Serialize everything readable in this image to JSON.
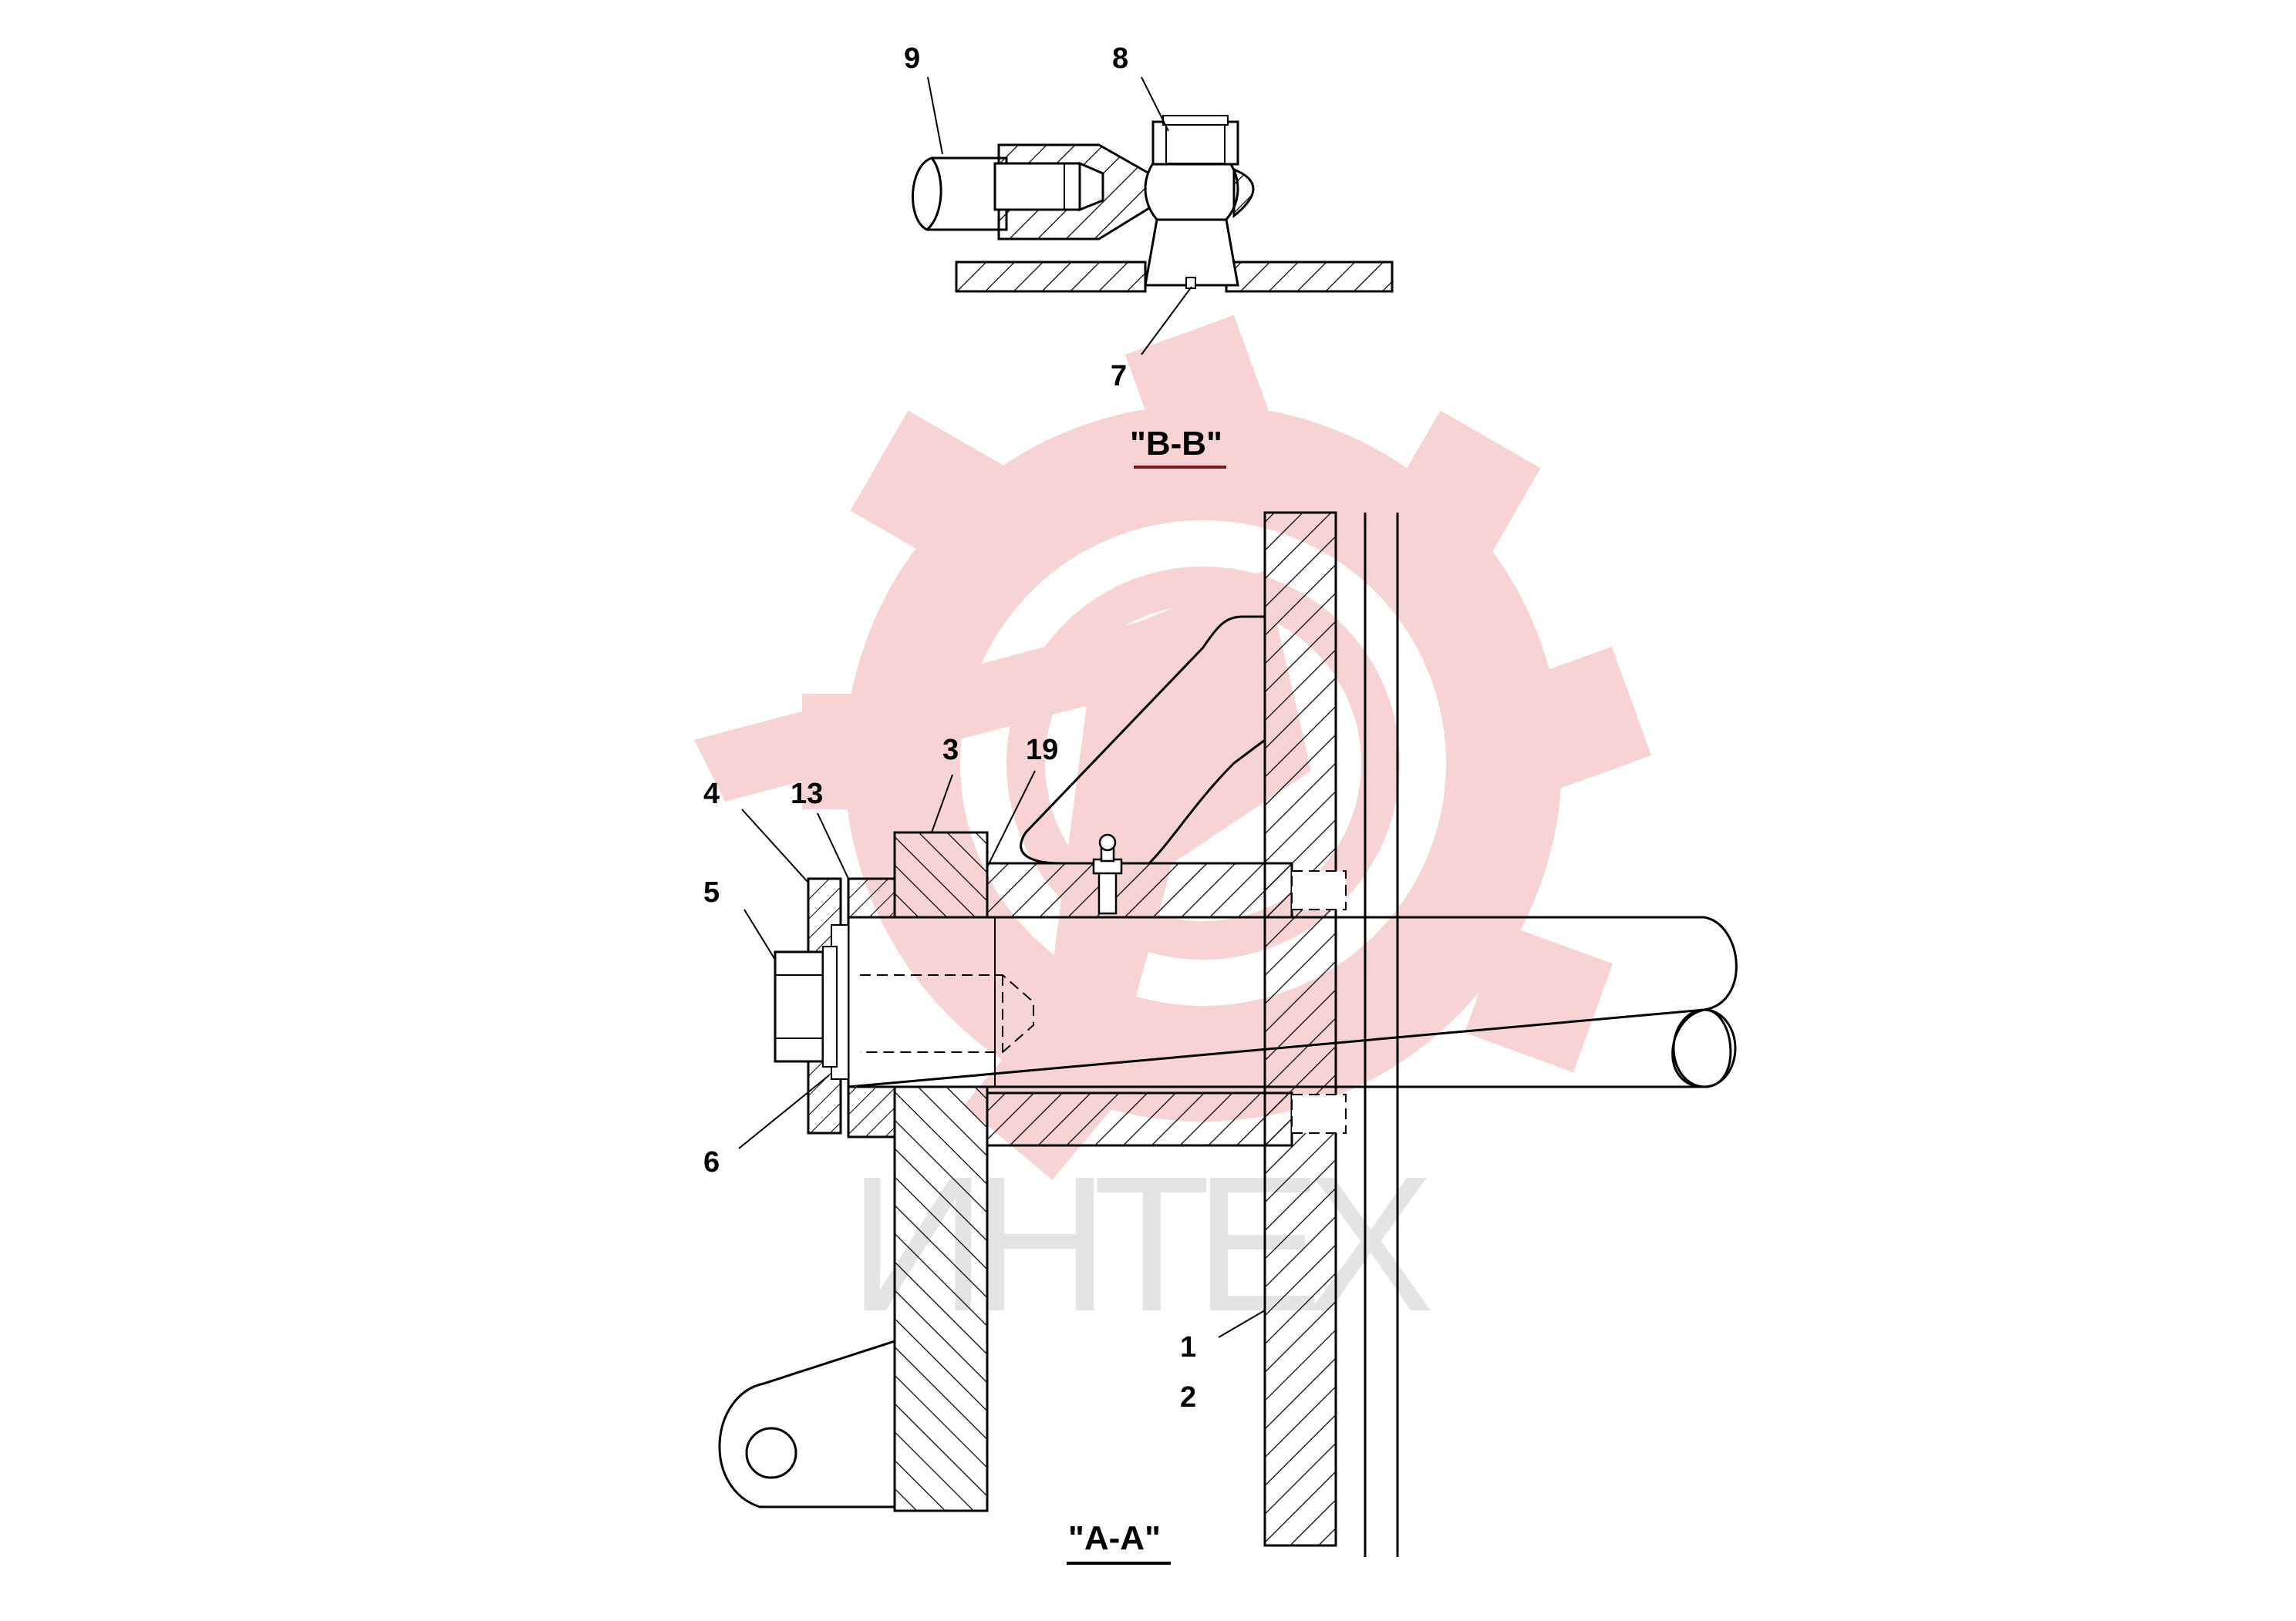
{
  "watermark": {
    "text": "ИНТЕХ",
    "gear_color": "#f7d3d3",
    "text_color": "#e4e4e4"
  },
  "sections": {
    "top": "\"B-B\"",
    "bottom": "\"A-A\""
  },
  "callouts": {
    "c1": "1",
    "c2": "2",
    "c3": "3",
    "c4": "4",
    "c5": "5",
    "c6": "6",
    "c7": "7",
    "c8": "8",
    "c9": "9",
    "c13": "13",
    "c19": "19"
  },
  "colors": {
    "line": "#000000",
    "section_underline": "#7a1a1a"
  }
}
